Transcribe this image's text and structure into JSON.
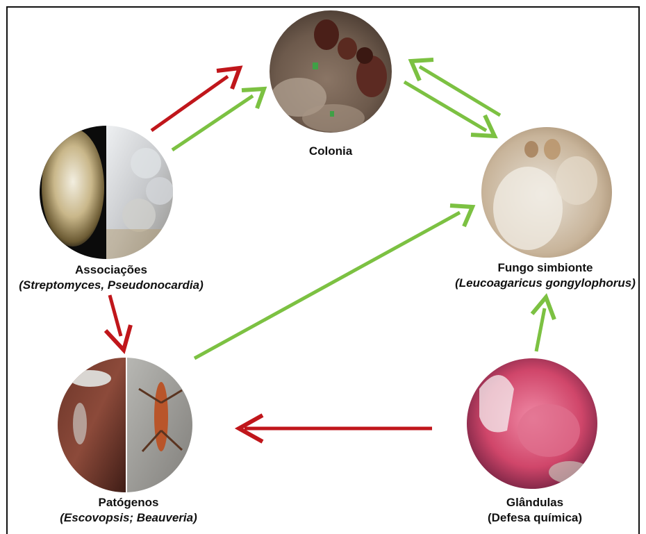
{
  "nodes": {
    "colonia": {
      "title": "Colonia"
    },
    "fungo": {
      "title": "Fungo simbionte",
      "subtitle": "(Leucoagaricus gongylophorus)"
    },
    "associacoes": {
      "title": "Associações",
      "subtitle": "(Streptomyces, Pseudonocardia)"
    },
    "patogenos": {
      "title": "Patógenos",
      "subtitle": "(Escovopsis; Beauveria)"
    },
    "glandulas": {
      "title": "Glândulas",
      "subtitle": "(Defesa química)"
    }
  },
  "colors": {
    "red_arrow": "#c0161b",
    "green_arrow": "#7cc142",
    "outline": "#111111"
  }
}
